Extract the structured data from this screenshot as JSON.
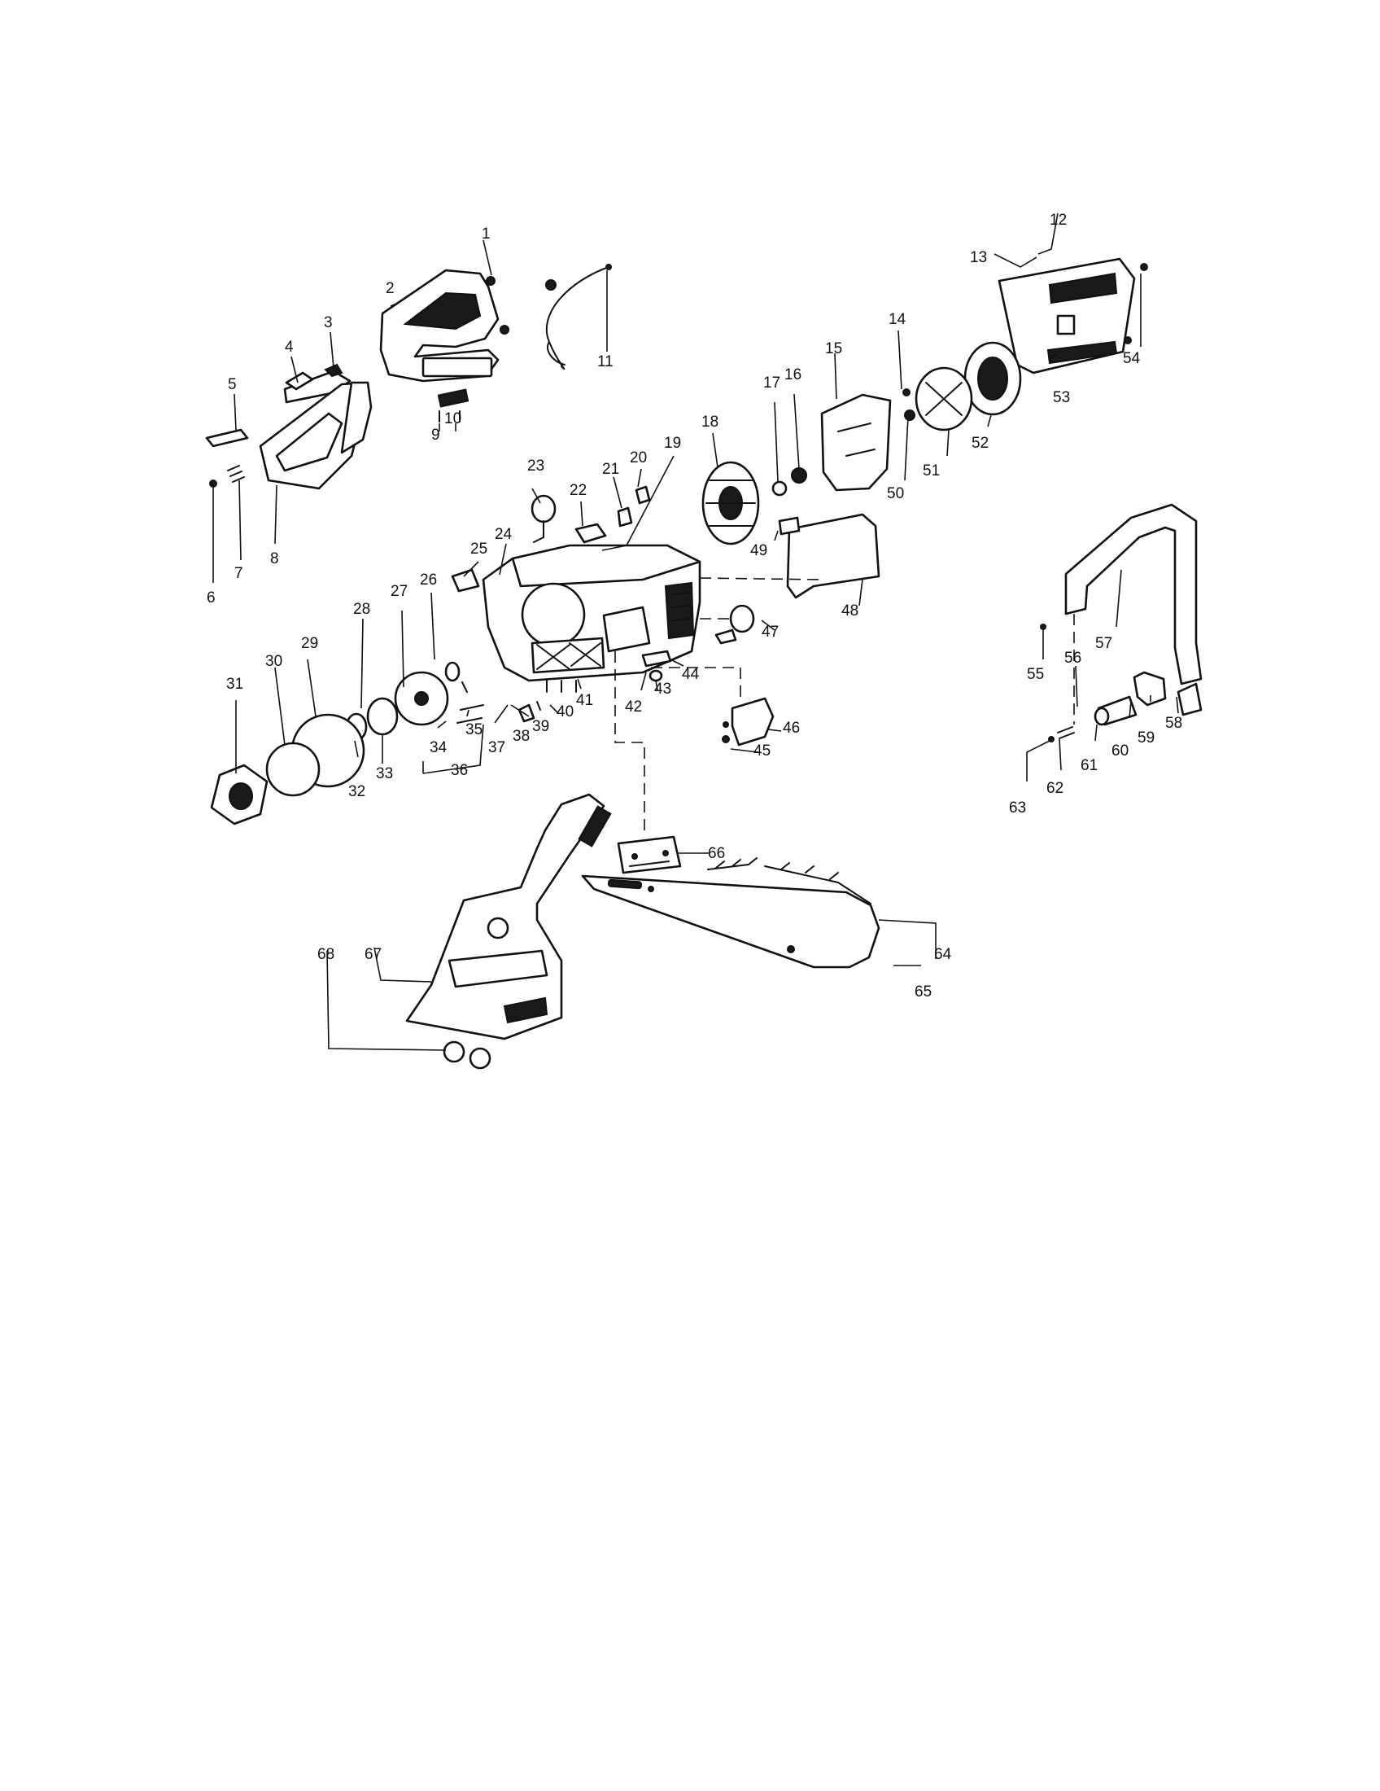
{
  "diagram": {
    "callouts": [
      "1",
      "2",
      "3",
      "4",
      "5",
      "6",
      "7",
      "8",
      "9",
      "10",
      "11",
      "12",
      "13",
      "14",
      "15",
      "16",
      "17",
      "18",
      "19",
      "20",
      "21",
      "22",
      "23",
      "24",
      "25",
      "26",
      "27",
      "28",
      "29",
      "30",
      "31",
      "32",
      "33",
      "34",
      "35",
      "36",
      "37",
      "38",
      "39",
      "40",
      "41",
      "42",
      "43",
      "44",
      "45",
      "46",
      "47",
      "48",
      "49",
      "50",
      "51",
      "52",
      "53",
      "54",
      "55",
      "56",
      "57",
      "58",
      "59",
      "60",
      "61",
      "62",
      "63",
      "64",
      "65",
      "66",
      "67",
      "68"
    ]
  }
}
